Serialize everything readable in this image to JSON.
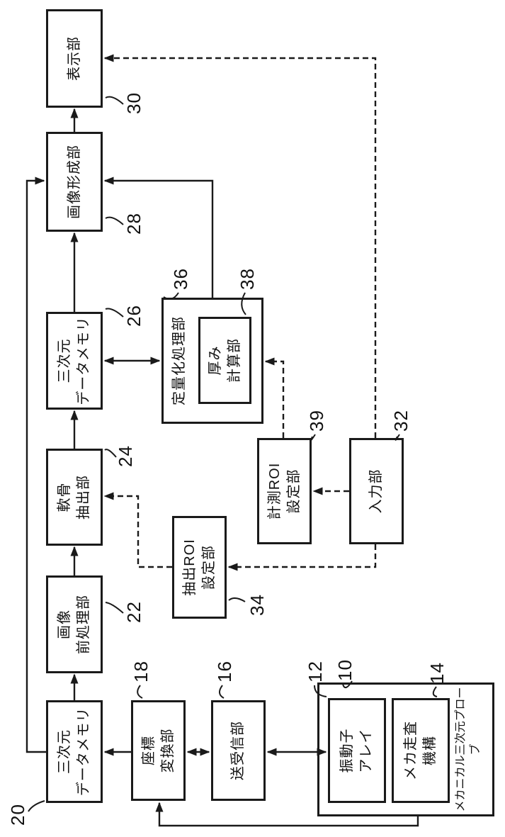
{
  "figure": {
    "boxes": {
      "memory20": {
        "label": "三次元\nデータメモリ",
        "ref": "20"
      },
      "preprocess22": {
        "label": "画像\n前処理部",
        "ref": "22"
      },
      "cartilage24": {
        "label": "軟骨\n抽出部",
        "ref": "24"
      },
      "memory26": {
        "label": "三次元\nデータメモリ",
        "ref": "26"
      },
      "imageform28": {
        "label": "画像形成部",
        "ref": "28"
      },
      "display30": {
        "label": "表示部",
        "ref": "30"
      },
      "coord18": {
        "label": "座標\n変換部",
        "ref": "18"
      },
      "txrx16": {
        "label": "送受信部",
        "ref": "16"
      },
      "array12": {
        "label": "振動子\nアレイ",
        "ref": "12"
      },
      "mech14": {
        "label": "メカ走査\n機構",
        "ref": "14"
      },
      "probe10": {
        "label": "メカニカル三次元プローブ",
        "ref": "10"
      },
      "quant36": {
        "label": "定量化処理部",
        "ref": "36"
      },
      "thick38": {
        "label": "厚み\n計算部",
        "ref": "38"
      },
      "extroi34": {
        "label": "抽出ROI\n設定部",
        "ref": "34"
      },
      "measroi39": {
        "label": "計測ROI\n設定部",
        "ref": "39"
      },
      "input32": {
        "label": "入力部",
        "ref": "32"
      }
    },
    "colors": {
      "line": "#1a1a1a",
      "background": "#ffffff"
    }
  }
}
